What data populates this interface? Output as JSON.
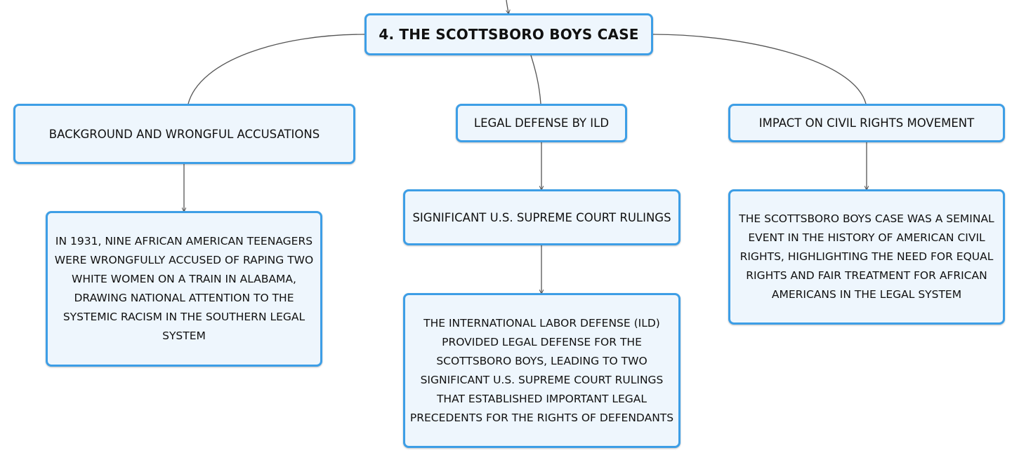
{
  "title": "4. THE SCOTTSBORO BOYS CASE",
  "branches": {
    "background": "BACKGROUND AND WRONGFUL ACCUSATIONS",
    "legal": "LEGAL DEFENSE BY ILD",
    "impact": "IMPACT ON CIVIL RIGHTS MOVEMENT"
  },
  "subtopics": {
    "rulings": "SIGNIFICANT U.S. SUPREME COURT RULINGS"
  },
  "details": {
    "background": "IN 1931, NINE AFRICAN AMERICAN TEENAGERS WERE WRONGFULLY ACCUSED OF RAPING TWO WHITE WOMEN ON A TRAIN IN ALABAMA, DRAWING NATIONAL ATTENTION TO THE SYSTEMIC RACISM IN THE SOUTHERN LEGAL SYSTEM",
    "legal": "THE INTERNATIONAL LABOR DEFENSE (ILD) PROVIDED LEGAL DEFENSE FOR THE SCOTTSBORO BOYS, LEADING TO TWO SIGNIFICANT U.S. SUPREME COURT RULINGS THAT ESTABLISHED IMPORTANT LEGAL PRECEDENTS FOR THE RIGHTS OF DEFENDANTS",
    "impact": "THE SCOTTSBORO BOYS CASE WAS A SEMINAL EVENT IN THE HISTORY OF AMERICAN CIVIL RIGHTS, HIGHLIGHTING THE NEED FOR EQUAL RIGHTS AND FAIR TREATMENT FOR AFRICAN AMERICANS IN THE LEGAL SYSTEM"
  },
  "colors": {
    "node_border": "#3d9ee6",
    "node_fill": "#eef6fd",
    "connector": "#555555"
  }
}
